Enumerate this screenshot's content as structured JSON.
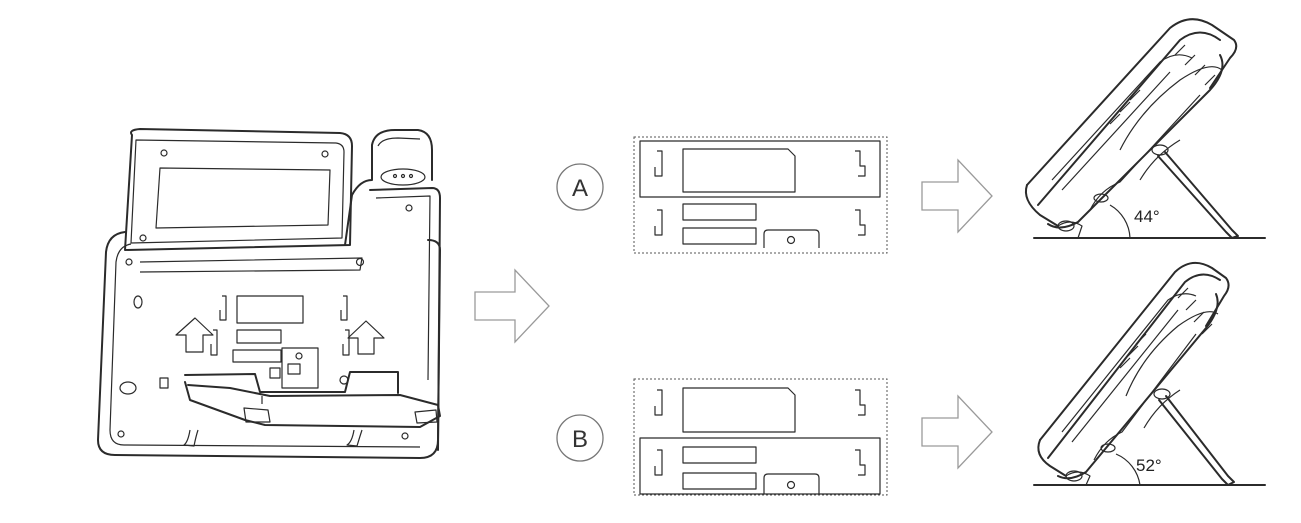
{
  "options": [
    {
      "label": "A",
      "angle": "44°"
    },
    {
      "label": "B",
      "angle": "52°"
    }
  ]
}
